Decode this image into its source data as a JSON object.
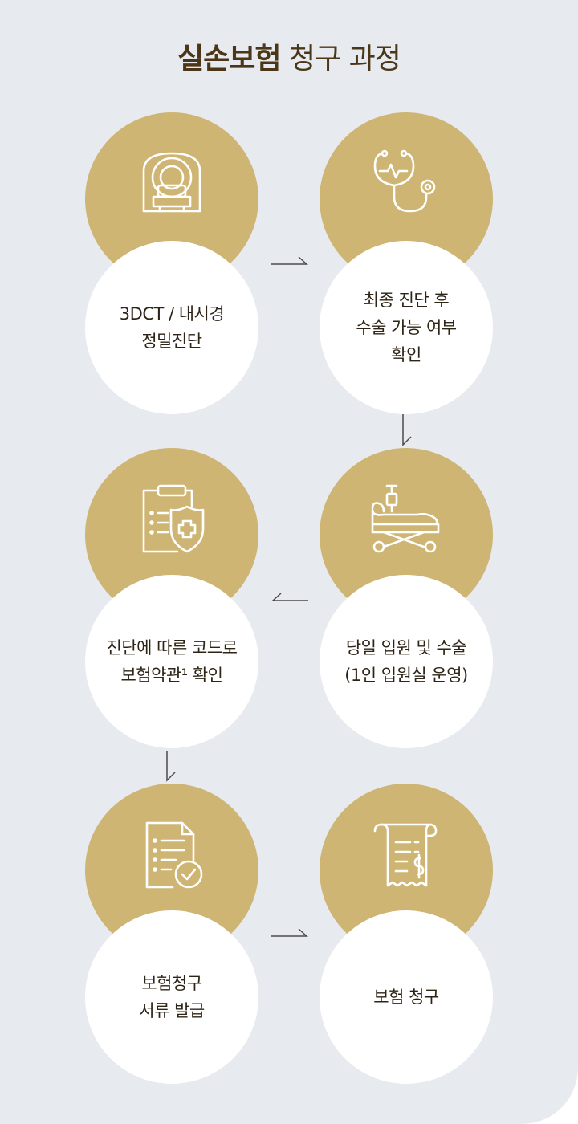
{
  "title": {
    "bold": "실손보험",
    "regular": " 청구 과정"
  },
  "steps": [
    {
      "label": "3DCT / 내시경\n정밀진단",
      "icon": "mri-scanner-icon"
    },
    {
      "label": "최종 진단 후\n수술 가능 여부\n확인",
      "icon": "stethoscope-icon"
    },
    {
      "label": "당일 입원 및 수술\n(1인 입원실 운영)",
      "icon": "hospital-bed-icon"
    },
    {
      "label": "진단에 따른 코드로\n보험약관¹ 확인",
      "icon": "insurance-clipboard-icon"
    },
    {
      "label": "보험청구\n서류 발급",
      "icon": "document-check-icon"
    },
    {
      "label": "보험 청구",
      "icon": "receipt-dollar-icon"
    }
  ],
  "colors": {
    "background": "#e7eaee",
    "gold": "#cfb574",
    "title": "#4b3618",
    "text": "#2e2416",
    "arrow": "#4b4b4b"
  }
}
